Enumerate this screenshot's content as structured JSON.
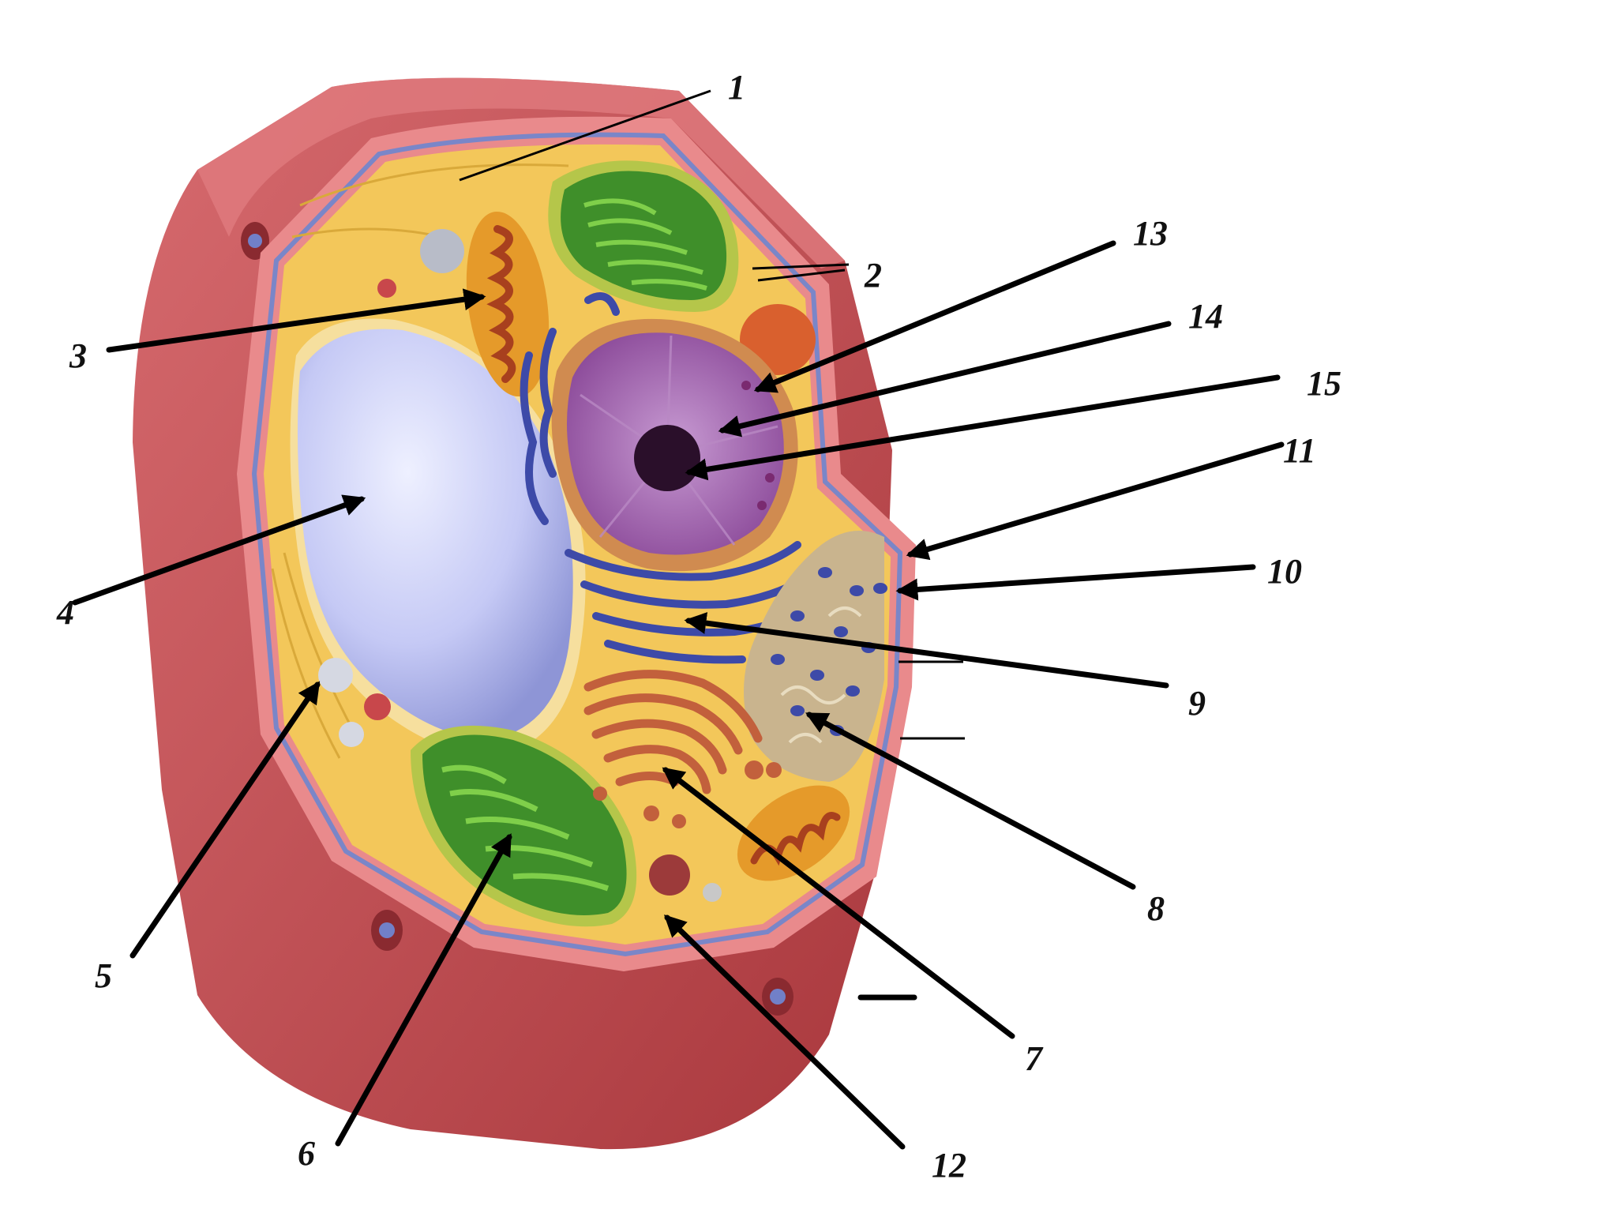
{
  "labels": [
    "1",
    "2",
    "3",
    "4",
    "5",
    "6",
    "7",
    "8",
    "9",
    "10",
    "11",
    "12",
    "13",
    "14",
    "15"
  ],
  "colors": {
    "cell_wall": "#c0484c",
    "cell_wall_light": "#d9686b",
    "cytoplasm": "#f3c75a",
    "vacuole": "#b9bff0",
    "nucleus": "#9a5aa8",
    "nucleolus": "#2a0f2a",
    "chloroplast": "#3f8f2a",
    "mitochondrion": "#e59a2a",
    "er": "#3d4aa8",
    "golgi": "#c2603c"
  },
  "icons": [
    "arrow-head-icon"
  ]
}
